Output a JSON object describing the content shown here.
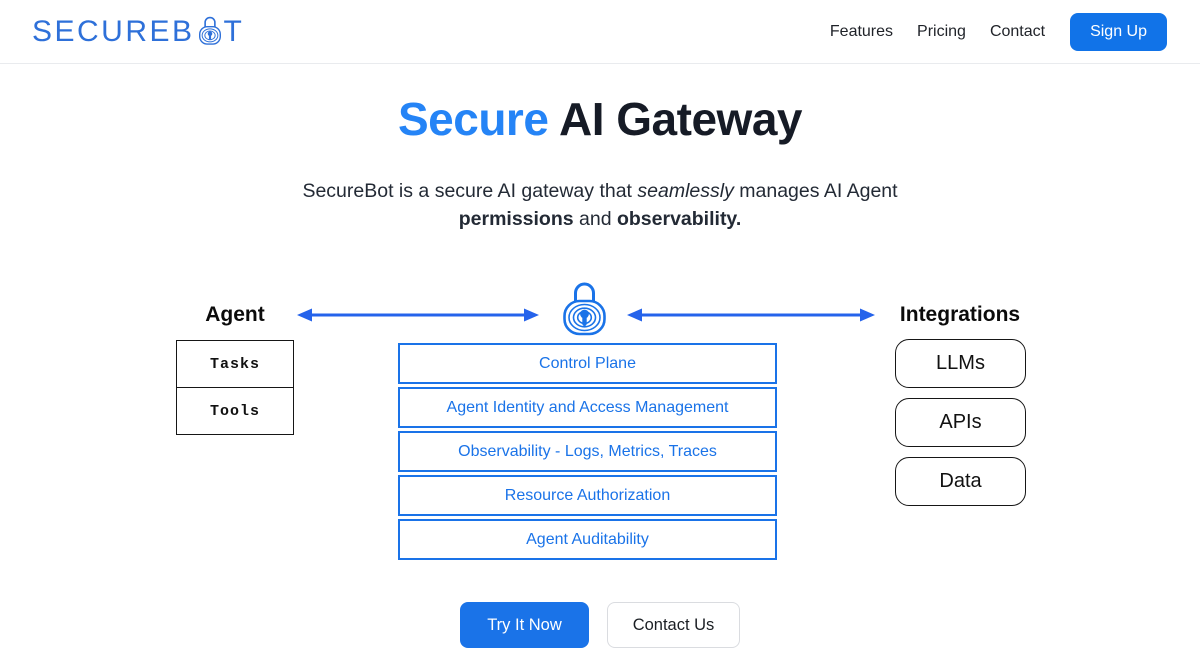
{
  "brand": {
    "prefix": "SECUREB",
    "suffix": "T",
    "logo_lock_icon": "padlock-fingerprint-icon"
  },
  "header": {
    "nav": [
      {
        "label": "Features"
      },
      {
        "label": "Pricing"
      },
      {
        "label": "Contact"
      }
    ],
    "signup_label": "Sign Up"
  },
  "hero": {
    "title_highlight": "Secure",
    "title_rest": " AI Gateway",
    "subtitle": {
      "part1": "SecureBot is a secure AI gateway that ",
      "italic": "seamlessly",
      "part2": " manages AI Agent ",
      "bold1": "permissions",
      "part3": " and ",
      "bold2": "observability",
      "part4": "."
    }
  },
  "diagram": {
    "agent": {
      "label": "Agent",
      "items": [
        "Tasks",
        "Tools"
      ]
    },
    "gateway": {
      "center_icon": "padlock-fingerprint-icon",
      "layers": [
        "Control Plane",
        "Agent Identity and Access Management",
        "Observability - Logs, Metrics, Traces",
        "Resource Authorization",
        "Agent Auditability"
      ]
    },
    "integrations": {
      "label": "Integrations",
      "items": [
        "LLMs",
        "APIs",
        "Data"
      ]
    }
  },
  "cta": {
    "primary_label": "Try It Now",
    "secondary_label": "Contact Us"
  },
  "colors": {
    "accent_blue": "#1a73e8",
    "title_blue": "#2584f6",
    "logo_blue": "#2e70d9",
    "arrow_blue": "#2563eb",
    "dark_text": "#161b26",
    "border_black": "#161616",
    "border_gray": "#dadce0"
  }
}
